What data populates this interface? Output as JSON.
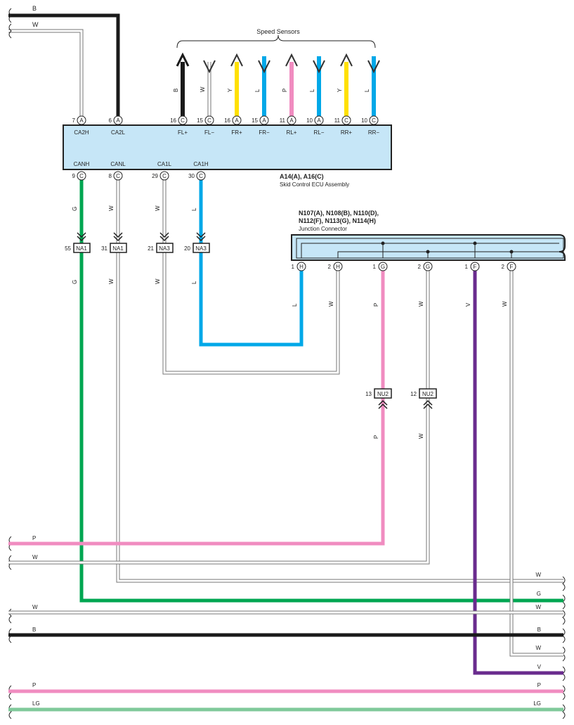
{
  "ecu": {
    "title": "A14(A), A16(C)",
    "name": "Skid Control ECU Assembly",
    "top_pins": [
      {
        "num": "7",
        "conn": "A",
        "name": "CA2H"
      },
      {
        "num": "6",
        "conn": "A",
        "name": "CA2L"
      },
      {
        "num": "16",
        "conn": "C",
        "name": "FL+"
      },
      {
        "num": "15",
        "conn": "C",
        "name": "FL−"
      },
      {
        "num": "16",
        "conn": "A",
        "name": "FR+"
      },
      {
        "num": "15",
        "conn": "A",
        "name": "FR−"
      },
      {
        "num": "11",
        "conn": "A",
        "name": "RL+"
      },
      {
        "num": "10",
        "conn": "A",
        "name": "RL−"
      },
      {
        "num": "11",
        "conn": "C",
        "name": "RR+"
      },
      {
        "num": "10",
        "conn": "C",
        "name": "RR−"
      }
    ],
    "bottom_pins": [
      {
        "num": "9",
        "conn": "C",
        "name": "CANH"
      },
      {
        "num": "8",
        "conn": "C",
        "name": "CANL"
      },
      {
        "num": "29",
        "conn": "C",
        "name": "CA1L"
      },
      {
        "num": "30",
        "conn": "C",
        "name": "CA1H"
      }
    ]
  },
  "speed_sensors": {
    "label": "Speed Sensors",
    "wire_colors": [
      "B",
      "W",
      "Y",
      "L",
      "P",
      "L",
      "Y",
      "L"
    ]
  },
  "junction": {
    "title_line1": "N107(A), N108(B), N110(D),",
    "title_line2": "N112(F), N113(G), N114(H)",
    "name": "Junction Connector",
    "pins": [
      {
        "num": "1",
        "conn": "H"
      },
      {
        "num": "2",
        "conn": "H"
      },
      {
        "num": "1",
        "conn": "G"
      },
      {
        "num": "2",
        "conn": "G"
      },
      {
        "num": "1",
        "conn": "F"
      },
      {
        "num": "2",
        "conn": "F"
      }
    ]
  },
  "connectors": [
    {
      "num": "55",
      "name": "NA1"
    },
    {
      "num": "31",
      "name": "NA1"
    },
    {
      "num": "21",
      "name": "NA3"
    },
    {
      "num": "20",
      "name": "NA3"
    },
    {
      "num": "13",
      "name": "NU2"
    },
    {
      "num": "12",
      "name": "NU2"
    }
  ],
  "wire_labels": {
    "top_b": "B",
    "top_w": "W",
    "canh": "G",
    "canl": "W",
    "ca1l": "W",
    "ca1h": "L",
    "canh_lower": "G",
    "canl_lower": "W",
    "ca1l_lower": "W",
    "ca1h_lower": "L",
    "j1h": "L",
    "j2h": "W",
    "j1g": "P",
    "j2g": "W",
    "j1f": "V",
    "j2f": "W",
    "nu2_13": "P",
    "nu2_12": "W"
  },
  "bus_left": [
    "P",
    "W",
    "W",
    "B",
    "P",
    "LG"
  ],
  "bus_right": [
    "W",
    "G",
    "W",
    "B",
    "W",
    "V",
    "P",
    "LG"
  ],
  "colors": {
    "B": "#1a1a1a",
    "W": "#9a9a9a",
    "Y": "#ffe000",
    "L": "#00a8e8",
    "P": "#f08cc0",
    "G": "#00a651",
    "V": "#6a2c8e",
    "LG": "#7fc99a",
    "ecu_fill": "#c6e6f7"
  }
}
